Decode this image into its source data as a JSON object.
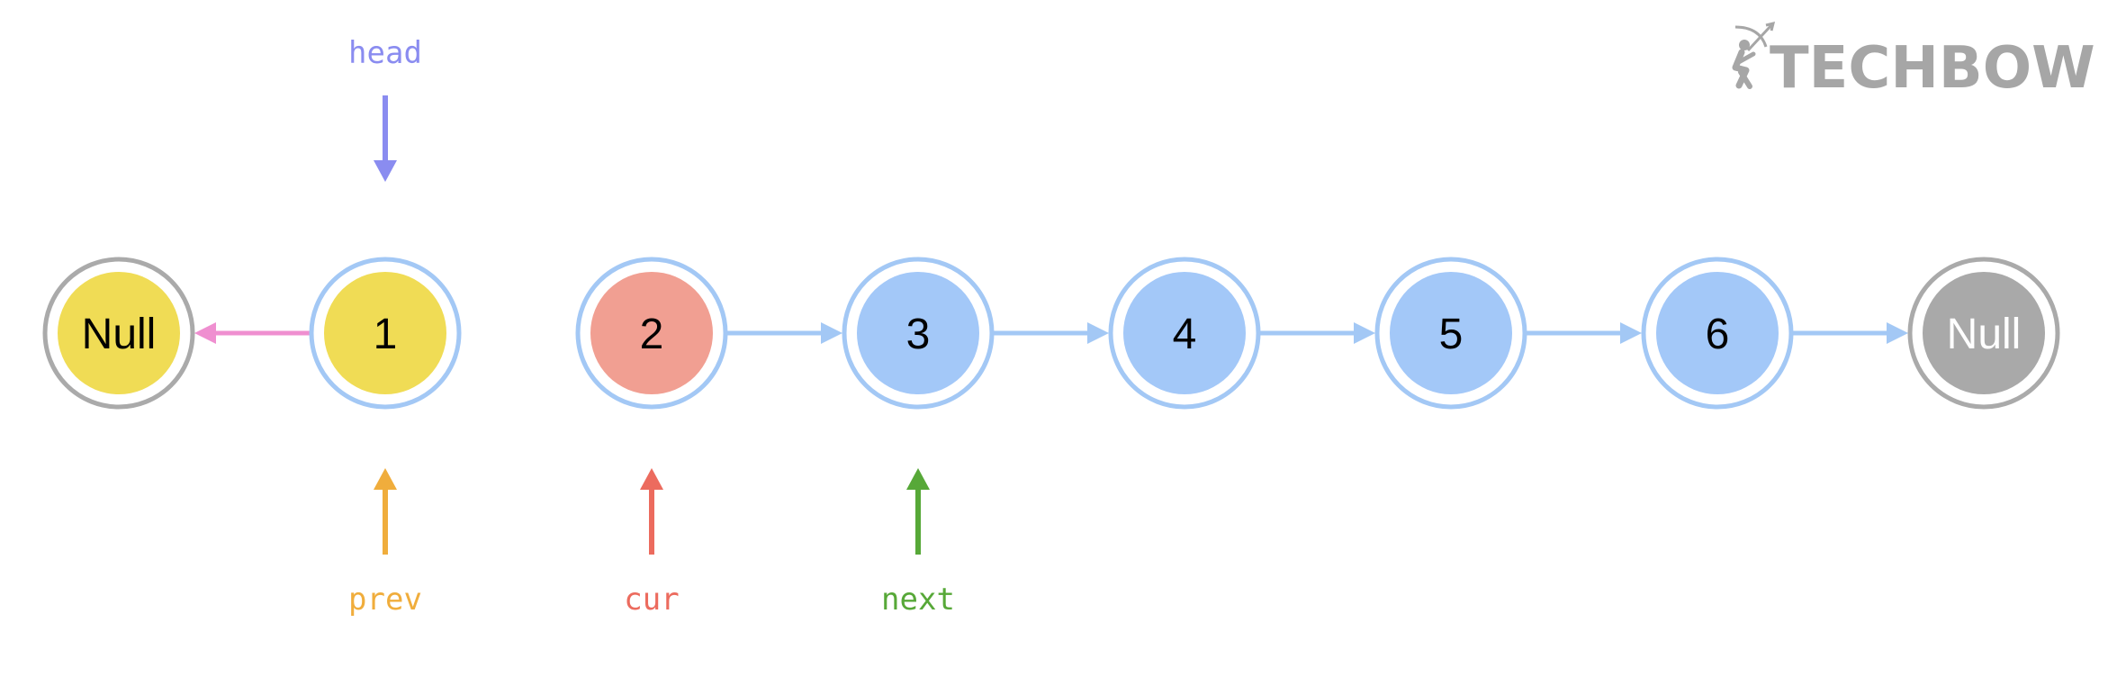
{
  "logo": {
    "text": "TECHBOW",
    "color": "#a6a6a6"
  },
  "nodes": [
    {
      "id": "null-left",
      "label": "Null",
      "fill": "#f0dc55",
      "ring": "#aaaaaa",
      "text_color": "#000000"
    },
    {
      "id": "n1",
      "label": "1",
      "fill": "#f0dc55",
      "ring": "#a3c8f5",
      "text_color": "#000000"
    },
    {
      "id": "n2",
      "label": "2",
      "fill": "#f19f92",
      "ring": "#a3c8f5",
      "text_color": "#000000"
    },
    {
      "id": "n3",
      "label": "3",
      "fill": "#a3c8f8",
      "ring": "#a3c8f5",
      "text_color": "#000000"
    },
    {
      "id": "n4",
      "label": "4",
      "fill": "#a3c8f8",
      "ring": "#a3c8f5",
      "text_color": "#000000"
    },
    {
      "id": "n5",
      "label": "5",
      "fill": "#a3c8f8",
      "ring": "#a3c8f5",
      "text_color": "#000000"
    },
    {
      "id": "n6",
      "label": "6",
      "fill": "#a3c8f8",
      "ring": "#a3c8f5",
      "text_color": "#000000"
    },
    {
      "id": "null-right",
      "label": "Null",
      "fill": "#a9a9a9",
      "ring": "#aaaaaa",
      "text_color": "#ffffff"
    }
  ],
  "links": [
    {
      "from": "n1",
      "to": "null-left",
      "color": "#ef8fd0"
    },
    {
      "from": "n2",
      "to": "n3",
      "color": "#a3c8f5"
    },
    {
      "from": "n3",
      "to": "n4",
      "color": "#a3c8f5"
    },
    {
      "from": "n4",
      "to": "n5",
      "color": "#a3c8f5"
    },
    {
      "from": "n5",
      "to": "n6",
      "color": "#a3c8f5"
    },
    {
      "from": "n6",
      "to": "null-right",
      "color": "#a3c8f5"
    }
  ],
  "pointers": [
    {
      "id": "head",
      "label": "head",
      "target": "n1",
      "side": "top",
      "color": "#8a8cf0"
    },
    {
      "id": "prev",
      "label": "prev",
      "target": "n1",
      "side": "bottom",
      "color": "#f0ad3c"
    },
    {
      "id": "cur",
      "label": "cur",
      "target": "n2",
      "side": "bottom",
      "color": "#ec6b5e"
    },
    {
      "id": "next",
      "label": "next",
      "target": "n3",
      "side": "bottom",
      "color": "#57a838"
    }
  ]
}
